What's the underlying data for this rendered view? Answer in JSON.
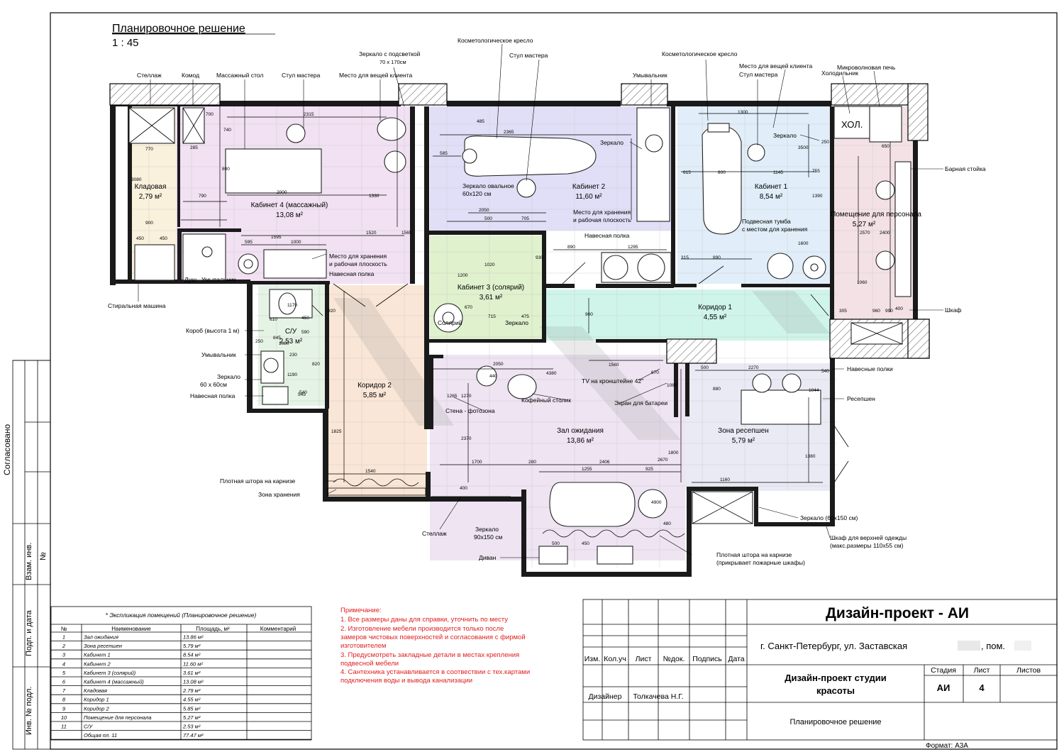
{
  "plan": {
    "title": "Планировочное решение",
    "scale": "1 : 45"
  },
  "rooms": [
    {
      "id": "kab4",
      "name": "Кабинет 4 (массажный)",
      "area": "13,08 м²"
    },
    {
      "id": "kladovaya",
      "name": "Кладовая",
      "area": "2,79 м²"
    },
    {
      "id": "kab2",
      "name": "Кабинет 2",
      "area": "11,60 м²"
    },
    {
      "id": "kab1",
      "name": "Кабинет 1",
      "area": "8,54 м²"
    },
    {
      "id": "personal",
      "name": "Помещение для персонала",
      "area": "5,27 м²"
    },
    {
      "id": "kab3",
      "name": "Кабинет 3 (солярий)",
      "area": "3,61 м²"
    },
    {
      "id": "kor1",
      "name": "Коридор 1",
      "area": "4,55 м²"
    },
    {
      "id": "su",
      "name": "С/У",
      "area": "2,53 м²"
    },
    {
      "id": "kor2",
      "name": "Коридор 2",
      "area": "5,85 м²"
    },
    {
      "id": "zal",
      "name": "Зал ожидания",
      "area": "13,86 м²"
    },
    {
      "id": "resepshn",
      "name": "Зона ресепшен",
      "area": "5,79 м²"
    }
  ],
  "labels": {
    "stellazh": "Стеллаж",
    "komod": "Комод",
    "massazh_stol": "Массажный стол",
    "stul_mastera_1": "Стул мастера",
    "mesto_veshchey_1": "Место для вещей клиента",
    "zerkalo_podsvetka": "Зеркало с подсветкой",
    "zerkalo_podsvetka_size": "70 х 170см",
    "kosmet_kreslo_1": "Косметологическое кресло",
    "stul_mastera_2": "Стул мастера",
    "kosmet_kreslo_2": "Косметологическое кресло",
    "umyvalnik_top": "Умывальник",
    "mesto_veshchey_2": "Место для вещей клиента",
    "stul_mastera_3": "Стул мастера",
    "holodilnik": "Холодильник",
    "mikrovolnovka": "Микроволновая печь",
    "hol": "ХОЛ.",
    "zerkalo_k2": "Зеркало",
    "zerkalo_k1": "Зеркало",
    "barnaya_stoyka": "Барная стойка",
    "zerkalo_ovalnoe": "Зеркало овальное",
    "zerkalo_ovalnoe_size": "60х120 см",
    "mesto_hraneniya_k2_1": "Место для хранения",
    "mesto_hraneniya_k2_2": "и рабочая плоскость",
    "navesnaya_k2": "Навесная полка",
    "tumba_1": "Подвесная тумба",
    "tumba_2": "с местом для хранения",
    "mesto_hraneniya_k4_1": "Место для хранения",
    "mesto_hraneniya_k4_2": "и рабочая плоскость",
    "navesnaya_k4": "Навесная полка",
    "dush": "Душ",
    "umyvalnik_k4": "Умывальник",
    "stiralnaya": "Стиральная машина",
    "soliariy": "Солярий",
    "zerkalo_k3": "Зеркало",
    "shkaf": "Шкаф",
    "korob": "Короб (высота 1 м)",
    "umyvalnik_su": "Умывальник",
    "zerkalo_su": "Зеркало",
    "zerkalo_su_size": "60 х 60см",
    "navesnaya_su": "Навесная полка",
    "tv": "TV на кронштейне 42\"",
    "kofeyniy": "Кофейный столик",
    "stena_foto": "Стена - фотозона",
    "ekran": "Экран для батареи",
    "navesnye_polki": "Навесные полки",
    "resepshen": "Ресепшен",
    "shtora_1": "Плотная штора на карнизе",
    "zona_hraneniya": "Зона хранения",
    "stellazh_bottom": "Стеллаж",
    "zerkalo_zal": "Зеркало",
    "zerkalo_zal_size": "90х150 см",
    "divan": "Диван",
    "shtora_2_1": "Плотная штора на карнизе",
    "shtora_2_2": "(прикрывает пожарные шкафы)",
    "zerkalo_res": "Зеркало (60х150 см)",
    "shkaf_odezhda_1": "Шкаф для верхней одежды",
    "shkaf_odezhda_2": "(макс.размеры 110х55 см)"
  },
  "dims": [
    "2315",
    "700",
    "740",
    "800",
    "2000",
    "1330",
    "790",
    "770",
    "900",
    "3080",
    "1595",
    "1520",
    "595",
    "1000",
    "450",
    "450",
    "285",
    "1565",
    "2365",
    "2050",
    "500",
    "705",
    "585",
    "485",
    "615",
    "800",
    "1145",
    "1300",
    "3500",
    "250",
    "755",
    "1390",
    "650",
    "2570",
    "2400",
    "1020",
    "1200",
    "930",
    "715",
    "670",
    "475",
    "890",
    "1295",
    "315",
    "890",
    "1600",
    "900",
    "305",
    "960",
    "400",
    "1060",
    "2050",
    "4380",
    "1560",
    "670",
    "1088",
    "500",
    "2270",
    "880",
    "1044",
    "1270",
    "1265",
    "1170",
    "2370",
    "1700",
    "280",
    "2406",
    "1255",
    "925",
    "1540",
    "1825",
    "820",
    "920",
    "450",
    "540",
    "1090",
    "250",
    "1160",
    "2670",
    "1800",
    "1380",
    "400",
    "545",
    "1190",
    "610",
    "590",
    "845",
    "230",
    "440",
    "4900",
    "480",
    "500",
    "450",
    "990",
    "540"
  ],
  "notes": {
    "header": "Примечание:",
    "items": [
      "1. Все размеры даны для справки, уточнить по месту",
      "2. Изготовление мебели производится только после",
      "замеров чистовых поверхностей и согласования с фирмой",
      "изготовителем",
      "3. Предусмотреть закладные детали в местах крепления",
      "подвесной мебели",
      "4. Сантехника устанавливается в соотвествии с тех.картами",
      "подключения воды и вывода канализации"
    ]
  },
  "explication": {
    "title": "* Экспликация помещений (Планировочное решение)",
    "headers": [
      "№",
      "Наименование",
      "Площадь, м²",
      "Комментарий"
    ],
    "rows": [
      [
        "1",
        "Зал ожидания",
        "13.86 м²",
        ""
      ],
      [
        "2",
        "Зона ресепшен",
        "5.79 м²",
        ""
      ],
      [
        "3",
        "Кабинет 1",
        "8.54 м²",
        ""
      ],
      [
        "4",
        "Кабинет 2",
        "11.60 м²",
        ""
      ],
      [
        "5",
        "Кабинет 3 (солярий)",
        "3.61 м²",
        ""
      ],
      [
        "6",
        "Кабинет 4 (массажный)",
        "13.08 м²",
        ""
      ],
      [
        "7",
        "Кладовая",
        "2.79 м²",
        ""
      ],
      [
        "8",
        "Коридор 1",
        "4.55 м²",
        ""
      ],
      [
        "9",
        "Коридор 2",
        "5.85 м²",
        ""
      ],
      [
        "10",
        "Помещение для персонала",
        "5.27 м²",
        ""
      ],
      [
        "11",
        "С/У",
        "2.53 м²",
        ""
      ],
      [
        "",
        "Общая пл. 11",
        "77.47 м²",
        ""
      ]
    ]
  },
  "stamp": {
    "project": "Дизайн-проект - АИ",
    "address": "г. Санкт-Петербург, ул. Заставская",
    "address_suffix": ", пом.",
    "cols": [
      "Изм.",
      "Кол.уч",
      "Лист",
      "№док.",
      "Подпись",
      "Дата"
    ],
    "designer_label": "Дизайнер",
    "designer_name": "Толкачева Н.Г.",
    "doc_title_1": "Дизайн-проект студии",
    "doc_title_2": "красоты",
    "stage_label": "Стадия",
    "sheet_label": "Лист",
    "sheets_label": "Листов",
    "stage_value": "АИ",
    "sheet_value": "4",
    "sheet_name": "Планировочное решение",
    "format": "Формат: А3А"
  },
  "side": {
    "soglasovano": "Согласовано",
    "vzam": "Взам. инв.",
    "vzam_no": "№",
    "podp": "Подп. и дата",
    "inv": "Инв. № подл."
  }
}
